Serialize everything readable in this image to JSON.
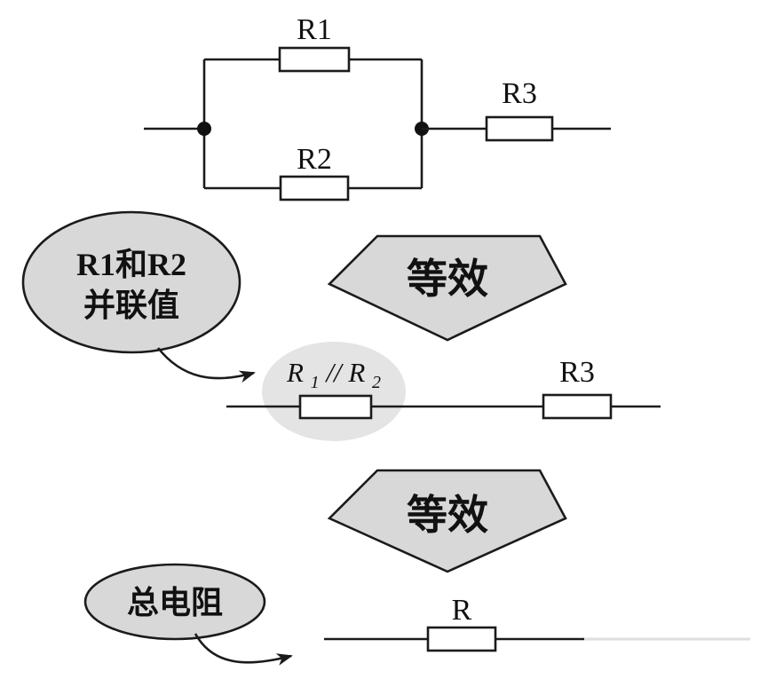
{
  "title": "resistor-equivalence-diagram",
  "colors": {
    "stroke": "#1b1b1b",
    "shape_fill": "#d8d8d8",
    "highlight_blob": "#e4e4e4",
    "background": "#ffffff"
  },
  "top_circuit": {
    "r1_label": "R1",
    "r2_label": "R2",
    "r3_label": "R3"
  },
  "step1": {
    "arrow_label": "等效",
    "callout_line1": "R1和R2",
    "callout_line2": "并联值",
    "parallel_label": {
      "base1": "R",
      "sub1": "1",
      "slashes": "//",
      "base2": "R",
      "sub2": "2"
    },
    "r3_label": "R3"
  },
  "step2": {
    "arrow_label": "等效",
    "callout": "总电阻",
    "r_label": "R"
  }
}
